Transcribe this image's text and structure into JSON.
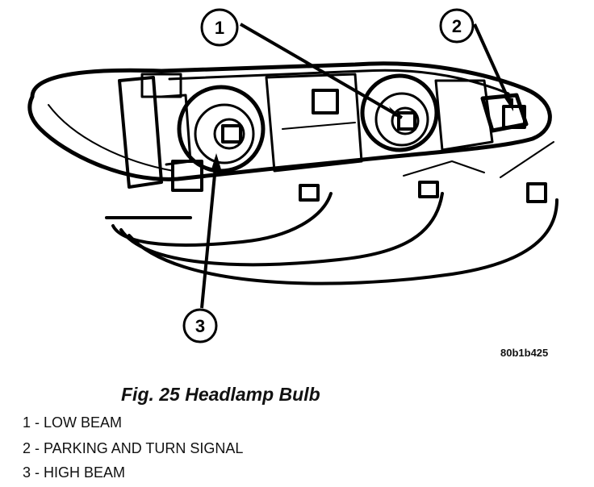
{
  "callouts": [
    {
      "number": "1"
    },
    {
      "number": "2"
    },
    {
      "number": "3"
    }
  ],
  "ref_code": "80b1b425",
  "caption": "Fig. 25 Headlamp Bulb",
  "legend": [
    "1 - LOW BEAM",
    "2 - PARKING AND TURN SIGNAL",
    "3 - HIGH BEAM"
  ]
}
